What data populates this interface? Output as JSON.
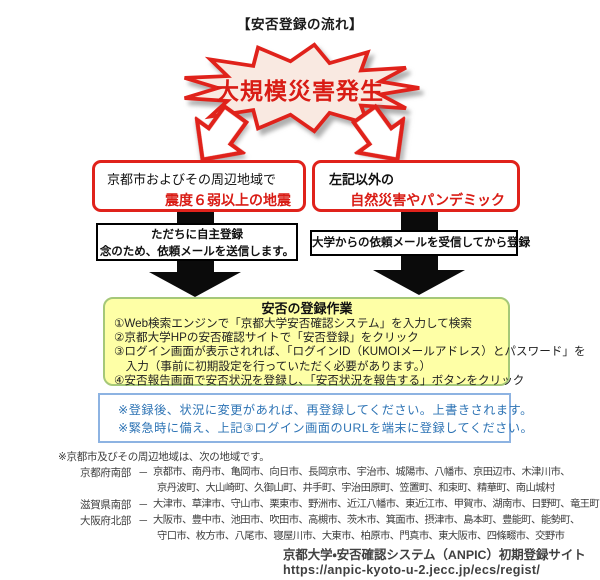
{
  "page": {
    "title": "【安否登録の流れ】"
  },
  "flow": {
    "trigger": "大規模災害発生",
    "left_branch": {
      "condition_line1": "京都市およびその周辺地域で",
      "condition_line2": "震度６弱以上の地震",
      "action_line1": "ただちに自主登録",
      "action_line2": "念のため、依頼メールを送信します。"
    },
    "right_branch": {
      "condition_line1": "左記以外の",
      "condition_line2": "自然災害やパンデミック",
      "action_line1": "大学からの依頼メールを受信してから登録"
    },
    "registration": {
      "title": "安否の登録作業",
      "steps": [
        "①Web検索エンジンで「京都大学安否確認システム」を入力して検索",
        "②京都大学HPの安否確認サイトで「安否登録」をクリック",
        "③ログイン画面が表示されれば、「ログインID（KUMOIメールアドレス）とパスワード」を",
        "　入力（事前に初期設定を行っていただく必要があります。）",
        "④安否報告画面で安否状況を登録し、「安否状況を報告する」ボタンをクリック"
      ]
    },
    "notes": [
      "※登録後、状況に変更があれば、再登録してください。上書きされます。",
      "※緊急時に備え、上記③ログイン画面のURLを端末に登録してください。"
    ]
  },
  "regions": {
    "header": "※京都市及びその周辺地域は、次の地域です。",
    "rows": [
      {
        "name": "京都府南部",
        "dash": "－",
        "lines": [
          "京都市、南丹市、亀岡市、向日市、長岡京市、宇治市、城陽市、八幡市、京田辺市、木津川市、",
          "京丹波町、大山崎町、久御山町、井手町、宇治田原町、笠置町、和束町、精華町、南山城村"
        ]
      },
      {
        "name": "滋賀県南部",
        "dash": "－",
        "lines": [
          "大津市、草津市、守山市、栗東市、野洲市、近江八幡市、東近江市、甲賀市、湖南市、日野町、竜王町"
        ]
      },
      {
        "name": "大阪府北部",
        "dash": "－",
        "lines": [
          "大阪市、豊中市、池田市、吹田市、高槻市、茨木市、箕面市、摂津市、島本町、豊能町、能勢町、",
          "守口市、枚方市、八尾市、寝屋川市、大東市、柏原市、門真市、東大阪市、四條畷市、交野市"
        ]
      }
    ]
  },
  "footer": {
    "site_name": "京都大学・安否確認システム（ANPIC）初期登録サイト",
    "url": "https://anpic-kyoto-u-2.jecc.jp/ecs/regist/"
  },
  "colors": {
    "accent_red": "#e0221b",
    "burst_fill": "#f9e9e1",
    "yellow_bg": "#feffa6",
    "yellow_border": "#a5c878",
    "blue_border": "#8db3e2",
    "blue_text": "#2e74b5"
  }
}
